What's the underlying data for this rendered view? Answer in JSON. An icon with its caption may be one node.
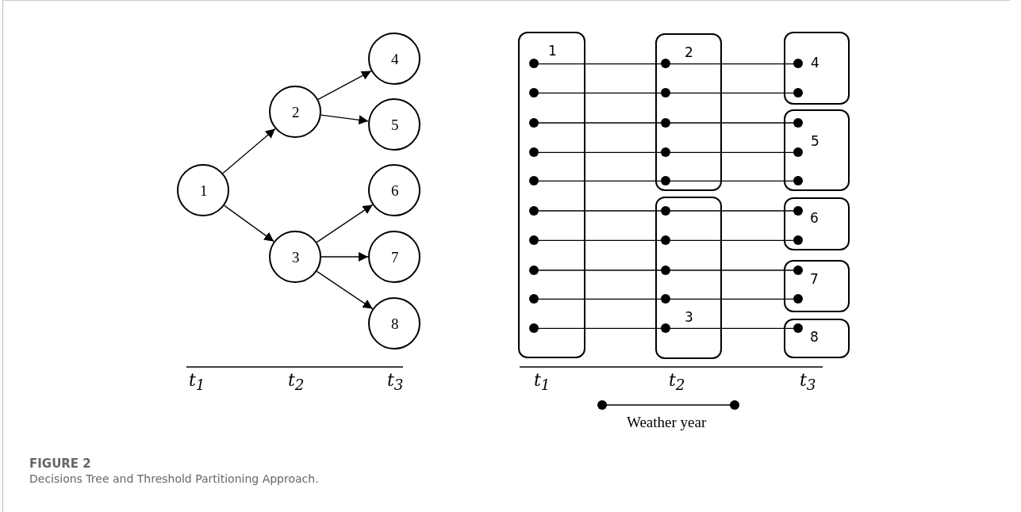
{
  "diagram": {
    "title": "FIGURE 2",
    "caption": "Decisions Tree and Threshold Partitioning Approach.",
    "nodes": [
      {
        "text": [
          "1"
        ]
      },
      {
        "text": [
          "2"
        ]
      },
      {
        "text": [
          "3"
        ]
      },
      {
        "text": [
          "4"
        ]
      },
      {
        "text": [
          "5"
        ]
      },
      {
        "text": [
          "6"
        ]
      },
      {
        "text": [
          "7"
        ]
      },
      {
        "text": [
          "8"
        ]
      },
      {
        "text": [
          "1"
        ]
      },
      {
        "text": [
          "2"
        ]
      },
      {
        "text": [
          "3"
        ]
      },
      {
        "text": [
          "4"
        ]
      },
      {
        "text": [
          "5"
        ]
      },
      {
        "text": [
          "6"
        ]
      },
      {
        "text": [
          "7"
        ]
      },
      {
        "text": [
          "8"
        ]
      },
      {
        "text": [],
        "shape": "circle",
        "in": 8
      },
      {
        "text": [],
        "shape": "circle",
        "in": 8
      },
      {
        "text": [],
        "shape": "circle",
        "in": 8
      },
      {
        "text": [],
        "shape": "circle",
        "in": 8
      },
      {
        "text": [],
        "shape": "circle",
        "in": 8
      },
      {
        "text": [],
        "shape": "circle",
        "in": 8
      },
      {
        "text": [],
        "shape": "circle",
        "in": 8
      },
      {
        "text": [],
        "shape": "circle",
        "in": 8
      },
      {
        "text": [],
        "shape": "circle",
        "in": 8
      },
      {
        "text": [],
        "shape": "circle",
        "in": 8
      },
      {
        "text": [],
        "shape": "circle",
        "in": 9
      },
      {
        "text": [],
        "shape": "circle",
        "in": 9
      },
      {
        "text": [],
        "shape": "circle",
        "in": 9
      },
      {
        "text": [],
        "shape": "circle",
        "in": 9
      },
      {
        "text": [],
        "shape": "circle",
        "in": 9
      },
      {
        "text": [],
        "shape": "circle",
        "in": 10
      },
      {
        "text": [],
        "shape": "circle",
        "in": 10
      },
      {
        "text": [],
        "shape": "circle",
        "in": 10
      },
      {
        "text": [],
        "shape": "circle",
        "in": 10
      },
      {
        "text": [],
        "shape": "circle",
        "in": 10
      },
      {
        "text": [],
        "shape": "circle",
        "in": 11
      },
      {
        "text": [],
        "shape": "circle",
        "in": 11
      },
      {
        "text": [],
        "shape": "circle",
        "in": 12
      },
      {
        "text": [],
        "shape": "circle",
        "in": 12
      },
      {
        "text": [],
        "shape": "circle",
        "in": 12
      },
      {
        "text": [],
        "shape": "circle",
        "in": 13
      },
      {
        "text": [],
        "shape": "circle",
        "in": 13
      },
      {
        "text": [],
        "shape": "circle",
        "in": 14
      },
      {
        "text": [],
        "shape": "circle",
        "in": 14
      },
      {
        "text": [],
        "shape": "circle",
        "in": 15
      }
    ],
    "edges": [
      {
        "from": 0,
        "to": 1,
        "arrow": "to"
      },
      {
        "from": 0,
        "to": 2,
        "arrow": "to"
      },
      {
        "from": 1,
        "to": 3,
        "arrow": "to"
      },
      {
        "from": 1,
        "to": 4,
        "arrow": "to"
      },
      {
        "from": 2,
        "to": 5,
        "arrow": "to"
      },
      {
        "from": 2,
        "to": 6,
        "arrow": "to"
      },
      {
        "from": 2,
        "to": 7,
        "arrow": "to"
      },
      {
        "from": 16,
        "to": 26,
        "arrow": "none"
      },
      {
        "from": 26,
        "to": 36,
        "arrow": "none"
      },
      {
        "from": 17,
        "to": 27,
        "arrow": "none"
      },
      {
        "from": 27,
        "to": 37,
        "arrow": "none"
      },
      {
        "from": 18,
        "to": 28,
        "arrow": "none"
      },
      {
        "from": 28,
        "to": 38,
        "arrow": "none"
      },
      {
        "from": 19,
        "to": 29,
        "arrow": "none"
      },
      {
        "from": 29,
        "to": 39,
        "arrow": "none"
      },
      {
        "from": 20,
        "to": 30,
        "arrow": "none"
      },
      {
        "from": 30,
        "to": 40,
        "arrow": "none"
      },
      {
        "from": 21,
        "to": 31,
        "arrow": "none"
      },
      {
        "from": 31,
        "to": 41,
        "arrow": "none"
      },
      {
        "from": 22,
        "to": 32,
        "arrow": "none"
      },
      {
        "from": 32,
        "to": 42,
        "arrow": "none"
      },
      {
        "from": 23,
        "to": 33,
        "arrow": "none"
      },
      {
        "from": 33,
        "to": 43,
        "arrow": "none"
      },
      {
        "from": 24,
        "to": 34,
        "arrow": "none"
      },
      {
        "from": 34,
        "to": 44,
        "arrow": "none"
      },
      {
        "from": 25,
        "to": 35,
        "arrow": "none"
      },
      {
        "from": 35,
        "to": 45,
        "arrow": "none"
      }
    ],
    "labels": [
      "t$_{1}$",
      "t$_{2}$",
      "t$_{3}$",
      "t$_{1}$",
      "t$_{2}$",
      "t$_{3}$"
    ],
    "legend": [
      {
        "text": "Weather year"
      }
    ]
  }
}
